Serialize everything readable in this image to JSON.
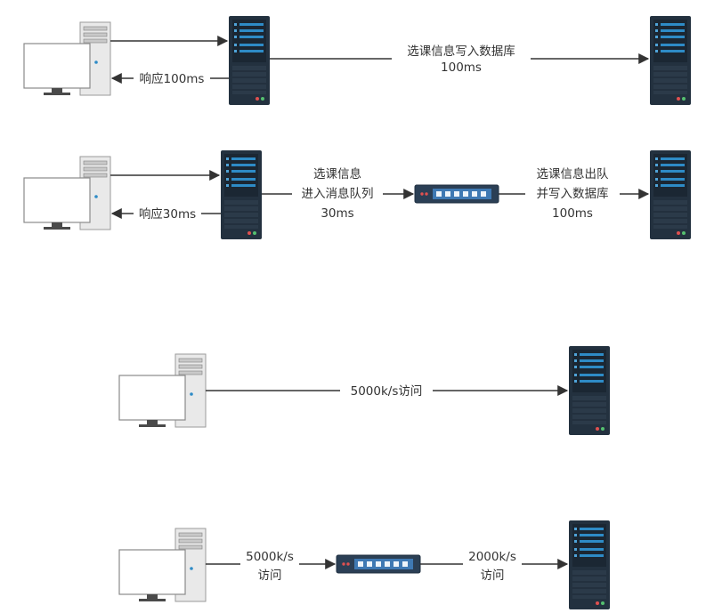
{
  "diagram1": {
    "response_label": "响应100ms",
    "db_write_label_line1": "选课信息写入数据库",
    "db_write_label_line2": "100ms"
  },
  "diagram2": {
    "response_label": "响应30ms",
    "enqueue_line1": "选课信息",
    "enqueue_line2": "进入消息队列",
    "enqueue_line3": "30ms",
    "dequeue_line1": "选课信息出队",
    "dequeue_line2": "并写入数据库",
    "dequeue_line3": "100ms"
  },
  "diagram3": {
    "rate_label": "5000k/s访问"
  },
  "diagram4": {
    "in_rate_line1": "5000k/s",
    "in_rate_line2": "访问",
    "out_rate_line1": "2000k/s",
    "out_rate_line2": "访问"
  },
  "colors": {
    "line": "#333333",
    "server_body": "#23313f",
    "server_accent": "#2e8bc6",
    "switch_body": "#283e56",
    "computer_case": "#e8e8e8"
  }
}
